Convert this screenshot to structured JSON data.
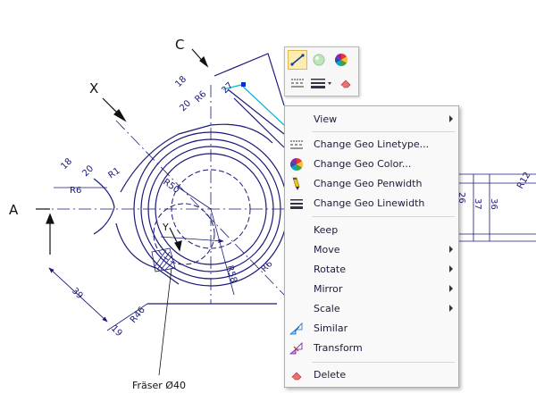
{
  "drawing": {
    "labels": {
      "section_a": "A",
      "section_c": "C",
      "section_x": "X",
      "section_y": "Y",
      "cutter_note": "Fräser Ø40"
    },
    "dimensions": {
      "d18_top": "18",
      "d18_left": "18",
      "d27": "27",
      "d20_a": "20",
      "d20_b": "20",
      "r6_top": "R6",
      "r6_left": "R6",
      "r6_bottom": "R6",
      "r1": "R1",
      "r50": "R50",
      "r58": "R58",
      "r46": "R46",
      "d39": "39",
      "d19": "19",
      "d37": "37",
      "d36": "36",
      "d26": "26",
      "r12": "R12"
    }
  },
  "mini_toolbar": {
    "icons": [
      "line-icon",
      "sphere-icon",
      "color-wheel-icon",
      "linetype-icon",
      "linewidth-dropdown-icon",
      "eraser-icon"
    ]
  },
  "context_menu": {
    "items": [
      {
        "label": "View",
        "submenu": true
      },
      {
        "label": "Change Geo Linetype..."
      },
      {
        "label": "Change Geo Color..."
      },
      {
        "label": "Change Geo Penwidth"
      },
      {
        "label": "Change Geo Linewidth"
      },
      {
        "label": "Keep"
      },
      {
        "label": "Move",
        "submenu": true
      },
      {
        "label": "Rotate",
        "submenu": true
      },
      {
        "label": "Mirror",
        "submenu": true
      },
      {
        "label": "Scale",
        "submenu": true
      },
      {
        "label": "Similar"
      },
      {
        "label": "Transform"
      },
      {
        "label": "Delete"
      }
    ]
  },
  "colors": {
    "geometry": "#1a1a7a",
    "highlight": "#00b4d8",
    "menu_background": "#f9f9f9"
  }
}
